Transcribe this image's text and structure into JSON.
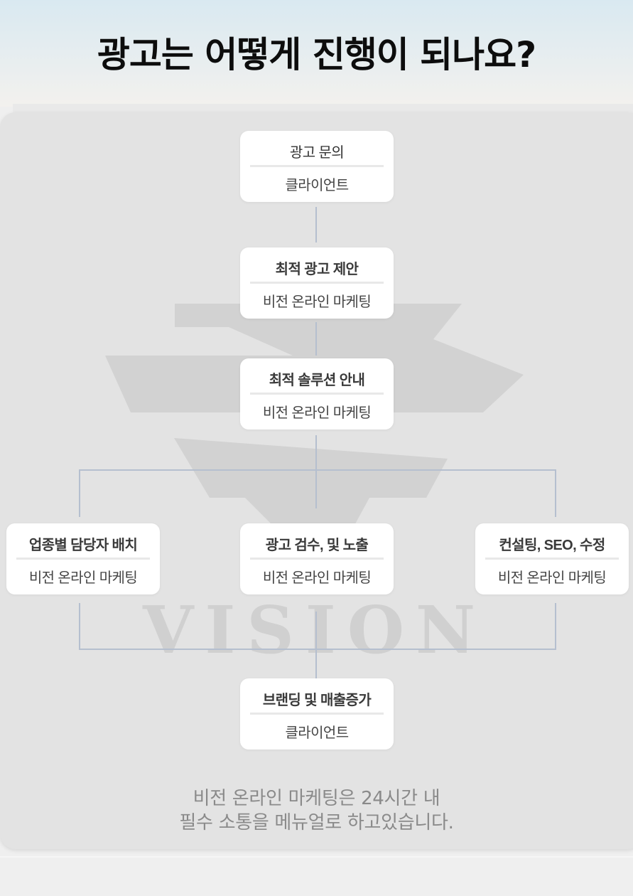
{
  "header": {
    "title": "광고는 어떻게 진행이 되나요?"
  },
  "watermark": {
    "text": "VISION"
  },
  "steps": [
    {
      "title": "광고 문의",
      "subtitle": "클라이언트"
    },
    {
      "title": "최적 광고 제안",
      "subtitle": "비전 온라인 마케팅"
    },
    {
      "title": "최적 솔루션 안내",
      "subtitle": "비전 온라인 마케팅"
    },
    {
      "title": "업종별 담당자 배치",
      "subtitle": "비전 온라인 마케팅"
    },
    {
      "title": "광고 검수, 및 노출",
      "subtitle": "비전 온라인 마케팅"
    },
    {
      "title": "컨설팅, SEO, 수정",
      "subtitle": "비전 온라인 마케팅"
    },
    {
      "title": "브랜딩 및 매출증가",
      "subtitle": "클라이언트"
    }
  ],
  "footer": {
    "line1": "비전 온라인 마케팅은 24시간 내",
    "line2": "필수 소통을 메뉴얼로 하고있습니다."
  },
  "colors": {
    "connector": "#b5bfcf",
    "watermark": "#d2d2d2"
  }
}
